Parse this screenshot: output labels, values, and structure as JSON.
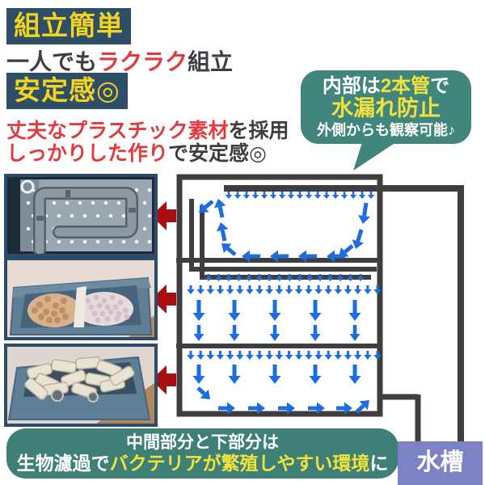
{
  "header": {
    "badge1": "組立簡単",
    "line1": [
      "一人でも",
      "ラクラク",
      "組立"
    ],
    "badge2": "安定感◎",
    "line2": [
      "丈夫なプラスチック素材",
      "を採用"
    ],
    "line3": [
      "しっかりした作り",
      "で安定感◎"
    ]
  },
  "bubble": {
    "line1": [
      "内部は",
      "2本管",
      "で"
    ],
    "line2": "水漏れ防止",
    "line3": "外側からも観察可能♪"
  },
  "bottom_note": {
    "line1": "中間部分と下部分は",
    "line2": [
      "生物濾過で",
      "バクテリアが繁殖しやすい環境",
      "に"
    ]
  },
  "tank_label": "水槽",
  "icons": {
    "red_arrow": "left-block-arrow",
    "flow_arrow": "blue-flow-arrow",
    "note_char": "♪"
  },
  "colors": {
    "navy_badge": "#2e4d68",
    "badge_text": "#f2d41e",
    "accent_red_text": "#e23a3d",
    "dark_text": "#3e3e42",
    "bubble_teal": "#41867d",
    "highlight_yellow": "#f2e33c",
    "note_teal": "#3e8078",
    "tank_purple": "#7d82c4",
    "pipe_stroke": "#3e3e40",
    "flow_arrow": "#1d6de0",
    "red_arrow": "#a80d12",
    "photo_border": "#2b4d6b"
  }
}
